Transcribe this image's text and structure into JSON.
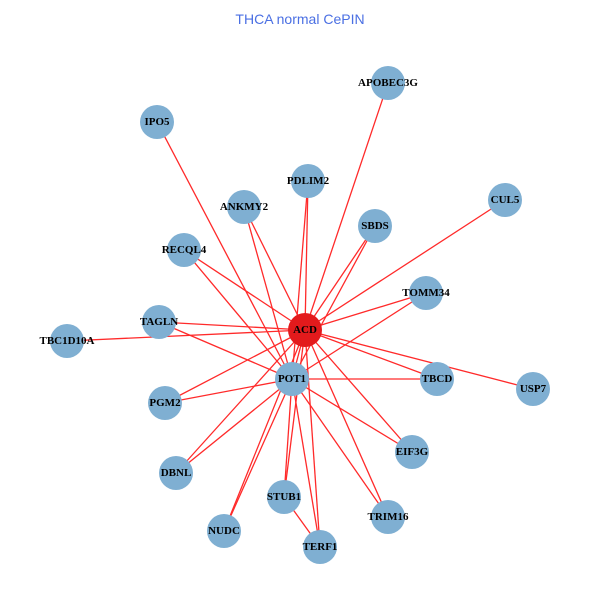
{
  "title": "THCA normal CePIN",
  "colors": {
    "edge": "#ff2a2a",
    "node": "#7fafd2",
    "hub": "#e31a1c",
    "title": "#4a6fe3"
  },
  "nodes": [
    {
      "id": "APOBEC3G",
      "hub": false
    },
    {
      "id": "IPO5",
      "hub": false
    },
    {
      "id": "PDLIM2",
      "hub": false
    },
    {
      "id": "ANKMY2",
      "hub": false
    },
    {
      "id": "CUL5",
      "hub": false
    },
    {
      "id": "SBDS",
      "hub": false
    },
    {
      "id": "RECQL4",
      "hub": false
    },
    {
      "id": "TOMM34",
      "hub": false
    },
    {
      "id": "TAGLN",
      "hub": false
    },
    {
      "id": "ACD",
      "hub": true
    },
    {
      "id": "TBC1D10A",
      "hub": false
    },
    {
      "id": "POT1",
      "hub": false
    },
    {
      "id": "TBCD",
      "hub": false
    },
    {
      "id": "USP7",
      "hub": false
    },
    {
      "id": "PGM2",
      "hub": false
    },
    {
      "id": "EIF3G",
      "hub": false
    },
    {
      "id": "DBNL",
      "hub": false
    },
    {
      "id": "STUB1",
      "hub": false
    },
    {
      "id": "TRIM16",
      "hub": false
    },
    {
      "id": "NUDC",
      "hub": false
    },
    {
      "id": "TERF1",
      "hub": false
    }
  ],
  "edges": [
    [
      "ACD",
      "POT1"
    ],
    [
      "APOBEC3G",
      "ACD"
    ],
    [
      "IPO5",
      "POT1"
    ],
    [
      "CUL5",
      "ACD"
    ],
    [
      "USP7",
      "ACD"
    ],
    [
      "TBC1D10A",
      "ACD"
    ],
    [
      "PDLIM2",
      "ACD"
    ],
    [
      "PDLIM2",
      "POT1"
    ],
    [
      "ANKMY2",
      "ACD"
    ],
    [
      "ANKMY2",
      "POT1"
    ],
    [
      "SBDS",
      "ACD"
    ],
    [
      "SBDS",
      "POT1"
    ],
    [
      "RECQL4",
      "ACD"
    ],
    [
      "RECQL4",
      "POT1"
    ],
    [
      "TOMM34",
      "ACD"
    ],
    [
      "TOMM34",
      "POT1"
    ],
    [
      "TAGLN",
      "ACD"
    ],
    [
      "TAGLN",
      "POT1"
    ],
    [
      "TBCD",
      "ACD"
    ],
    [
      "TBCD",
      "POT1"
    ],
    [
      "PGM2",
      "ACD"
    ],
    [
      "PGM2",
      "POT1"
    ],
    [
      "EIF3G",
      "ACD"
    ],
    [
      "EIF3G",
      "POT1"
    ],
    [
      "DBNL",
      "ACD"
    ],
    [
      "DBNL",
      "POT1"
    ],
    [
      "STUB1",
      "ACD"
    ],
    [
      "STUB1",
      "POT1"
    ],
    [
      "TRIM16",
      "ACD"
    ],
    [
      "TRIM16",
      "POT1"
    ],
    [
      "NUDC",
      "ACD"
    ],
    [
      "NUDC",
      "POT1"
    ],
    [
      "TERF1",
      "ACD"
    ],
    [
      "TERF1",
      "POT1"
    ],
    [
      "STUB1",
      "TERF1"
    ]
  ]
}
